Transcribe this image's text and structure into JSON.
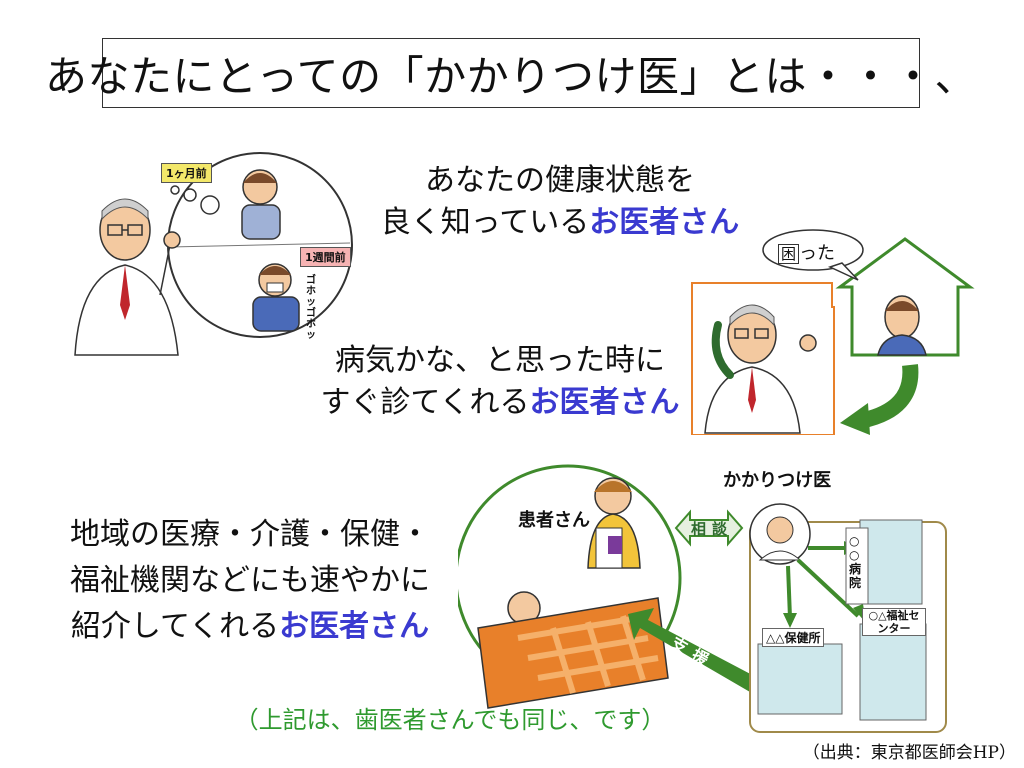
{
  "title": "あなたにとっての「かかりつけ医」とは・・・、",
  "item1": {
    "line1": "あなたの健康状態を",
    "line2_prefix": "良く知っている",
    "highlight": "お医者さん"
  },
  "item2": {
    "line1": "病気かな、と思った時に",
    "line2_prefix": "すぐ診てくれる",
    "highlight": "お医者さん"
  },
  "item3": {
    "line1": "地域の医療・介護・保健・",
    "line2": "福祉機関などにも速やかに",
    "line3_prefix": "紹介してくれる",
    "highlight": "お医者さん"
  },
  "illustration1": {
    "tag_month": "1ヶ月前",
    "tag_week": "1週間前",
    "cough": "ゴホッゴホッ"
  },
  "illustration2": {
    "bubble_kanji": "困",
    "bubble_rest": "った"
  },
  "illustration3": {
    "label_patient": "患者さん",
    "label_family_doctor": "かかりつけ医",
    "arrow_consult": "相談",
    "arrow_support": "支援",
    "hospital": "○○病院",
    "health_center": "△△保健所",
    "welfare_center": "○△福祉センター"
  },
  "note": "（上記は、歯医者さんでも同じ、です）",
  "source": "（出典：東京都医師会HP）",
  "colors": {
    "highlight": "#3a3ad0",
    "green_note": "#2f9a2f",
    "arrow_green": "#3f8a2c",
    "orange_blanket": "#e8802a"
  }
}
